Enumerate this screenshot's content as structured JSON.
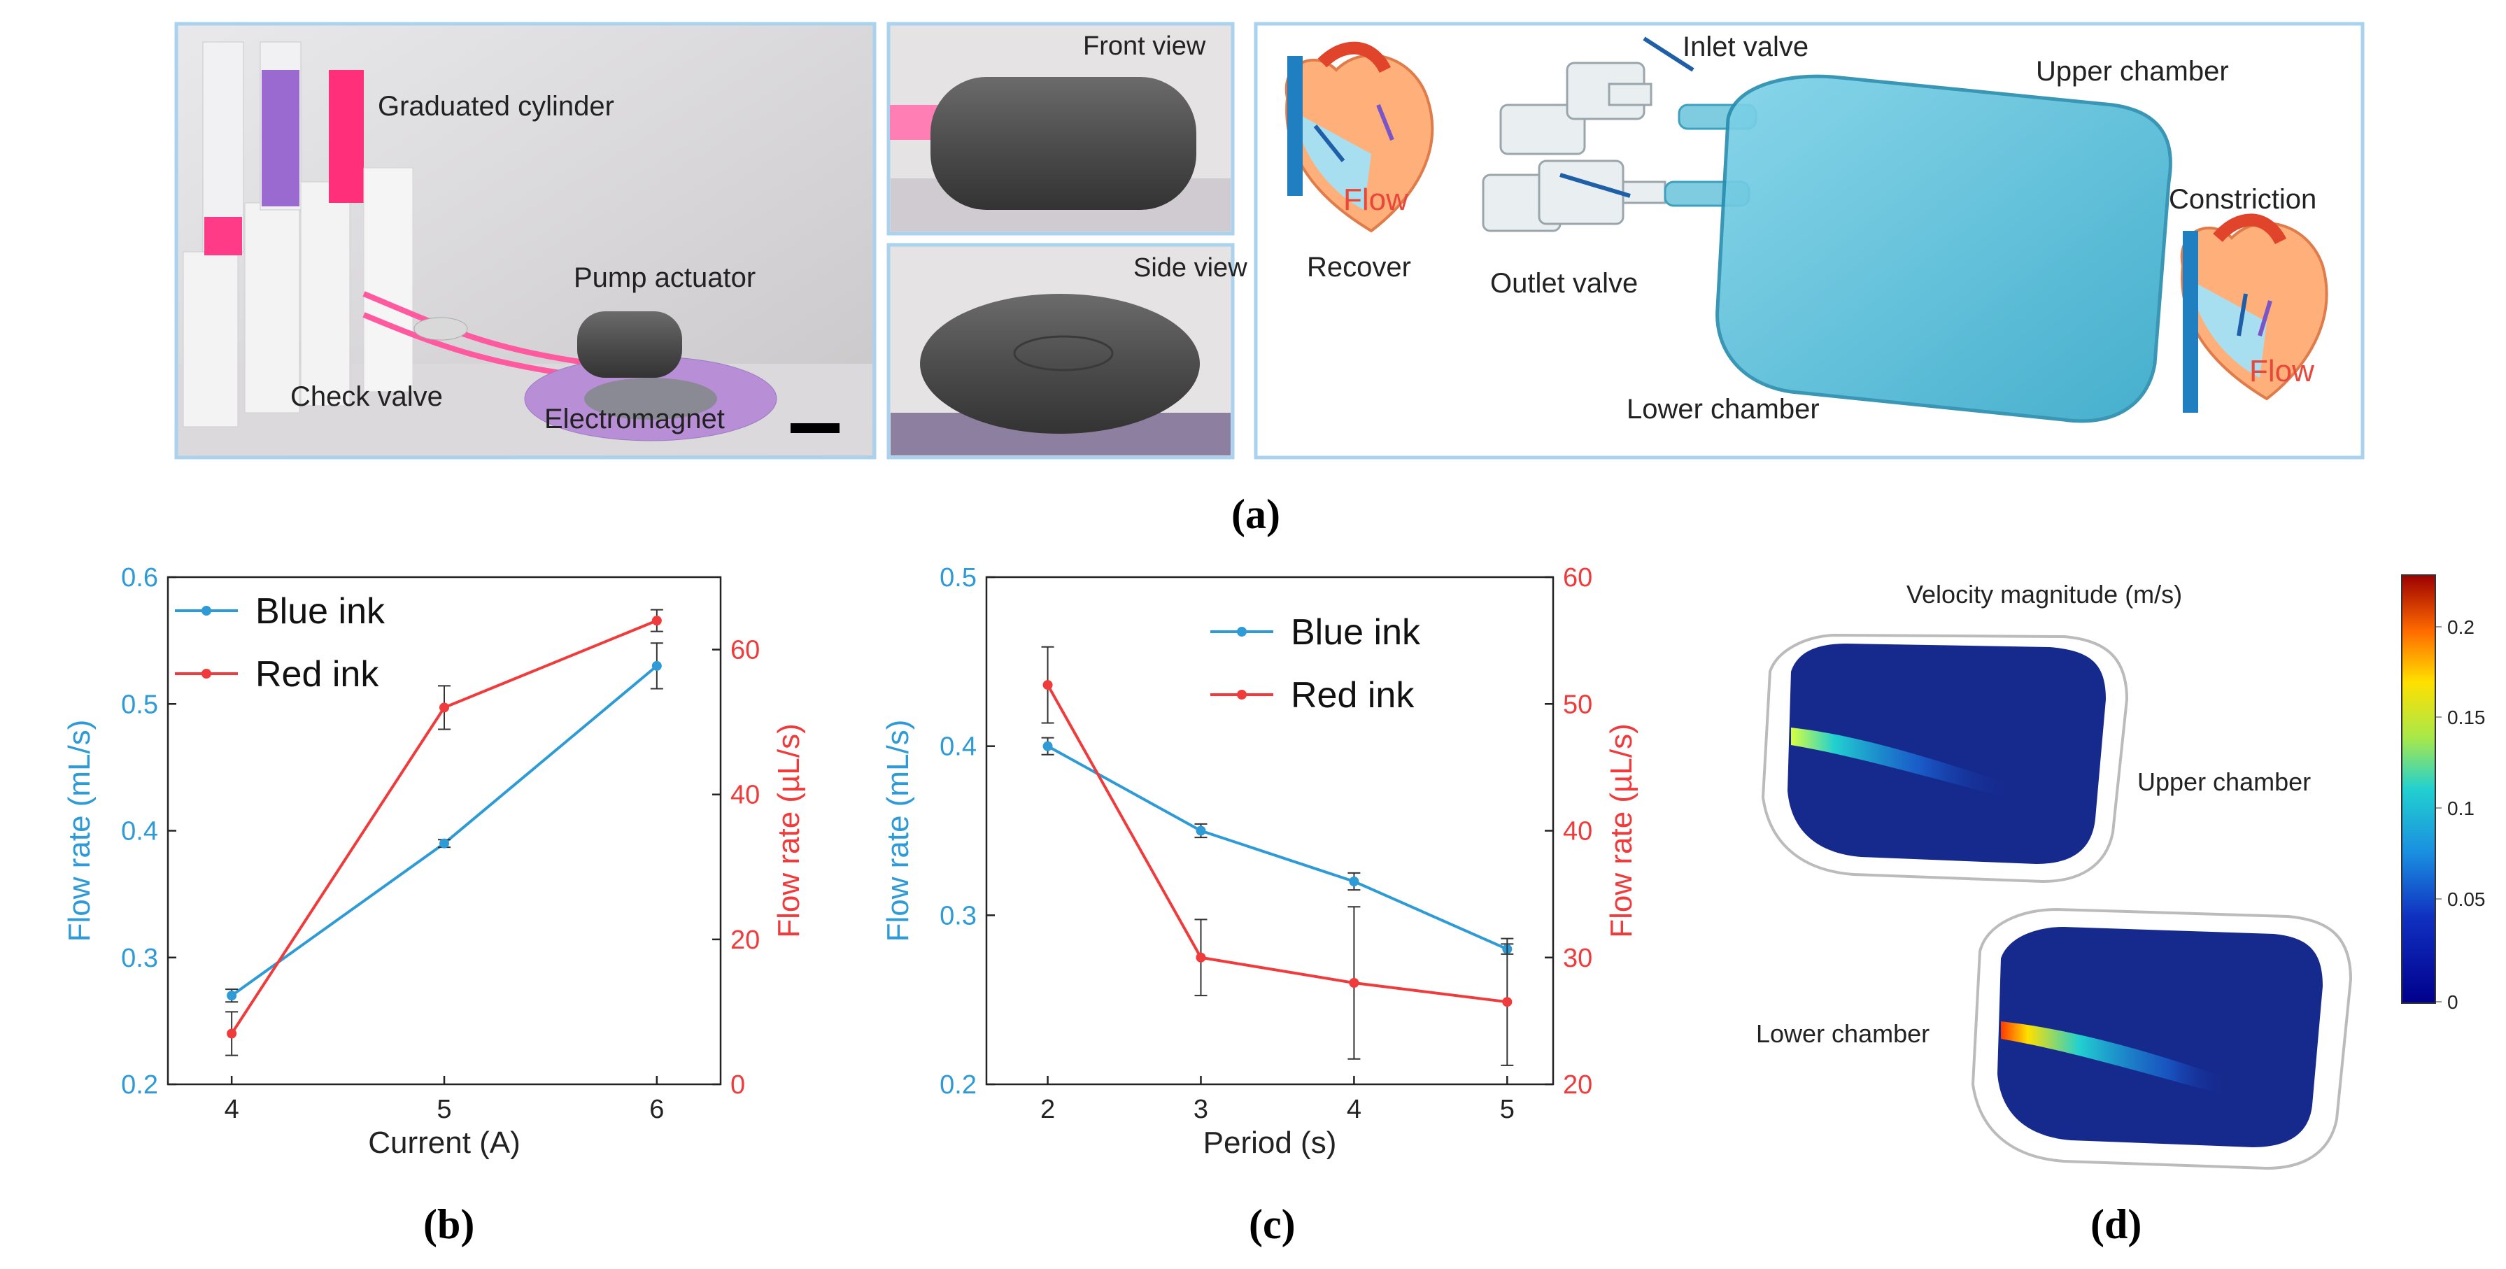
{
  "panel_a": {
    "caption": "(a)",
    "photo_labels": {
      "graduated_cylinder": "Graduated cylinder",
      "pump_actuator": "Pump actuator",
      "check_valve": "Check valve",
      "electromagnet": "Electromagnet"
    },
    "view_labels": {
      "front": "Front view",
      "side": "Side view"
    },
    "schematic_labels": {
      "inlet_valve": "Inlet valve",
      "upper_chamber": "Upper chamber",
      "recover": "Recover",
      "outlet_valve": "Outlet valve",
      "constriction": "Constriction",
      "lower_chamber": "Lower chamber",
      "flow_left": "Flow",
      "flow_right": "Flow"
    }
  },
  "panel_b": {
    "caption": "(b)"
  },
  "panel_c": {
    "caption": "(c)"
  },
  "panel_d": {
    "caption": "(d)",
    "title": "Velocity magnitude (m/s)",
    "upper_chamber": "Upper chamber",
    "lower_chamber": "Lower chamber",
    "colorbar_ticks": [
      "0.2",
      "0.15",
      "0.1",
      "0.05",
      "0"
    ]
  },
  "colors": {
    "blue": "#2e9bd6",
    "red": "#ef3b3b",
    "frame": "#a9d2ef"
  },
  "chart_data": [
    {
      "id": "b",
      "type": "line",
      "x": [
        4,
        5,
        6
      ],
      "xticks": [
        "4",
        "5",
        "6"
      ],
      "xlim": [
        3.7,
        6.3
      ],
      "xlabel": "Current (A)",
      "y_left": {
        "label": "Flow rate (mL/s)",
        "lim": [
          0.2,
          0.6
        ],
        "ticks": [
          "0.2",
          "0.3",
          "0.4",
          "0.5",
          "0.6"
        ]
      },
      "y_right": {
        "label": "Flow rate (µL/s)",
        "lim": [
          0,
          70
        ],
        "ticks": [
          "0",
          "20",
          "40",
          "60"
        ]
      },
      "series": [
        {
          "name": "Blue ink",
          "axis": "left",
          "color": "#2e9bd6",
          "values": [
            0.27,
            0.39,
            0.53
          ],
          "errors": [
            0.005,
            0.003,
            0.018
          ]
        },
        {
          "name": "Red ink",
          "axis": "right",
          "color": "#ef3b3b",
          "values": [
            7,
            52,
            64
          ],
          "errors": [
            3,
            3,
            1.5
          ]
        }
      ],
      "legend": "top-left"
    },
    {
      "id": "c",
      "type": "line",
      "x": [
        2,
        3,
        4,
        5
      ],
      "xticks": [
        "2",
        "3",
        "4",
        "5"
      ],
      "xlim": [
        1.6,
        5.3
      ],
      "xlabel": "Period (s)",
      "y_left": {
        "label": "Flow rate (mL/s)",
        "lim": [
          0.2,
          0.5
        ],
        "ticks": [
          "0.2",
          "0.3",
          "0.4",
          "0.5"
        ]
      },
      "y_right": {
        "label": "Flow rate (µL/s)",
        "lim": [
          20,
          60
        ],
        "ticks": [
          "20",
          "30",
          "40",
          "50",
          "60"
        ]
      },
      "series": [
        {
          "name": "Blue ink",
          "axis": "left",
          "color": "#2e9bd6",
          "values": [
            0.4,
            0.35,
            0.32,
            0.28
          ],
          "errors": [
            0.005,
            0.004,
            0.005,
            0.003
          ]
        },
        {
          "name": "Red ink",
          "axis": "right",
          "color": "#ef3b3b",
          "values": [
            51.5,
            30,
            28,
            26.5
          ],
          "errors": [
            3,
            3,
            6,
            5
          ]
        }
      ],
      "legend": "top-right"
    }
  ]
}
